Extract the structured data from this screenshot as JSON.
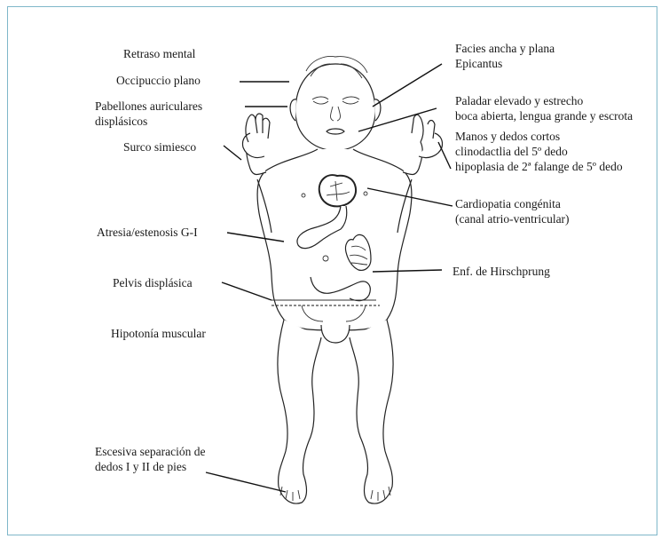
{
  "labels": {
    "retraso": "Retraso mental",
    "occipucio": "Occipuccio plano",
    "pabellones": [
      "Pabellones auriculares",
      "displásicos"
    ],
    "surco": "Surco simiesco",
    "atresia": "Atresia/estenosis G-I",
    "pelvis": "Pelvis displásica",
    "hipotonia": "Hipotonía muscular",
    "escesiva": [
      "Escesiva separación de",
      "dedos I y II de pies"
    ],
    "facies": [
      "Facies ancha y plana",
      "Epicantus"
    ],
    "paladar": [
      "Paladar elevado y estrecho",
      "boca abierta, lengua grande y escrota"
    ],
    "manos": [
      "Manos y dedos cortos",
      "clinodactlia del 5º dedo",
      "hipoplasia de 2ª falange de 5º dedo"
    ],
    "cardiopatia": [
      "Cardiopatia congénita",
      "(canal atrio-ventricular)"
    ],
    "hirschprung": "Enf. de Hirschprung"
  },
  "colors": {
    "frame_border": "#7fb7c9",
    "line": "#111111"
  }
}
